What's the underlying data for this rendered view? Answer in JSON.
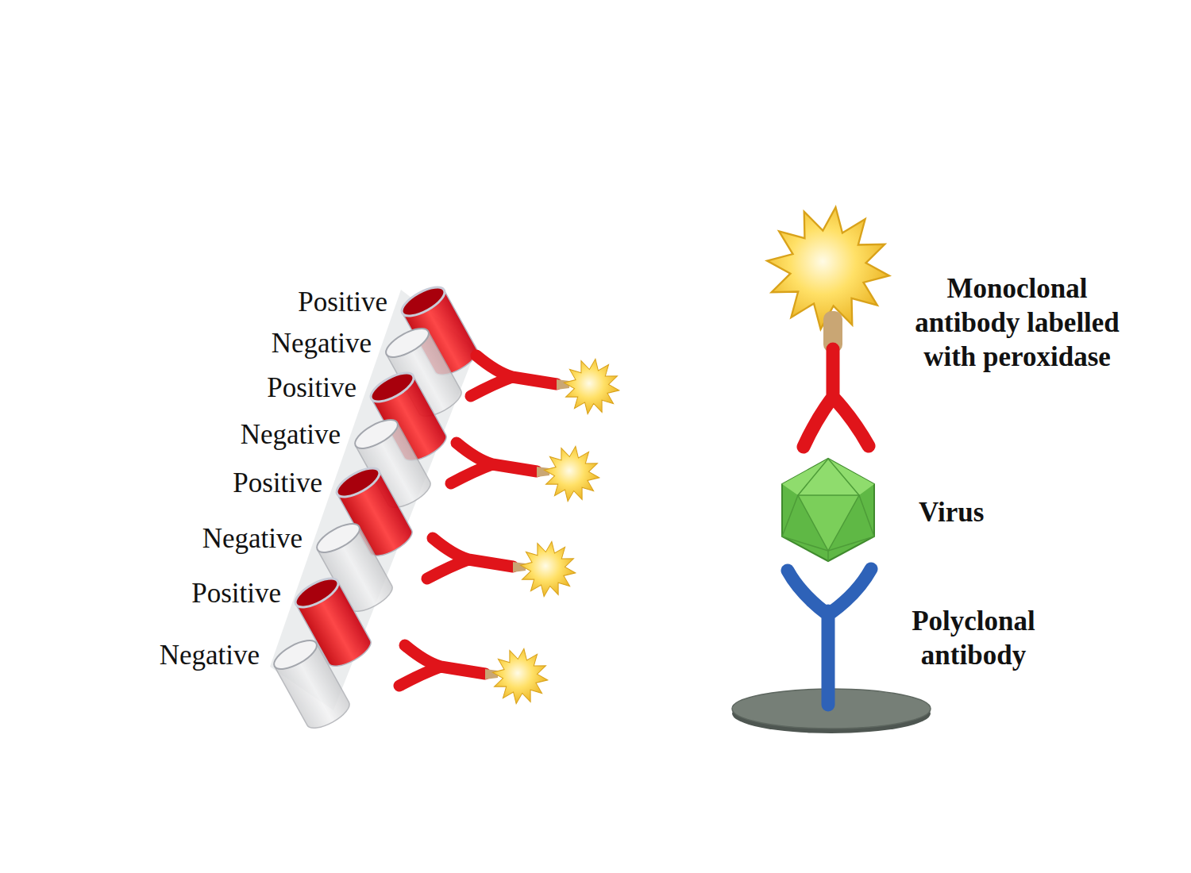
{
  "diagram": {
    "labels": [
      "Positive",
      "Negative",
      "Positive",
      "Negative",
      "Positive",
      "Negative",
      "Positive",
      "Negative",
      "Monoclonal antibody labelled with peroxidase",
      "Virus",
      "Polyclonal antibody"
    ]
  }
}
